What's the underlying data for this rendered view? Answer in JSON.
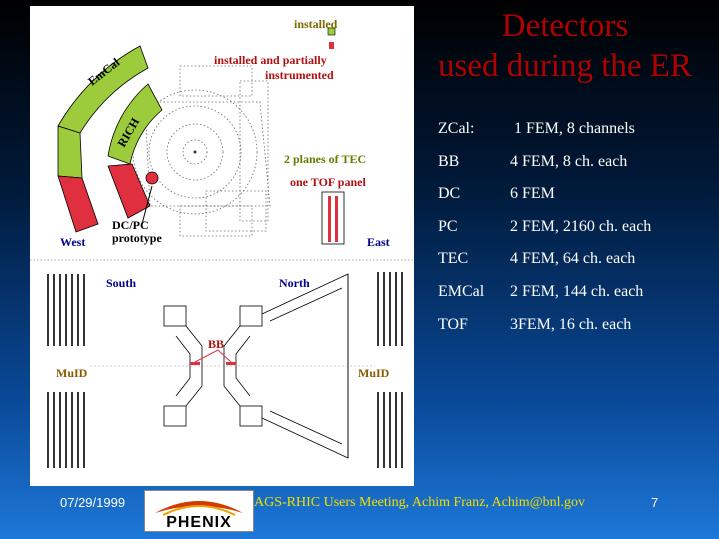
{
  "slide": {
    "title_line1": "Detectors",
    "title_line2": "used during the ER",
    "title_color": "#b00000"
  },
  "legend": {
    "installed": "installed",
    "partial_line1": "installed and partially",
    "partial_line2": "instrumented",
    "installed_color": "#9ccc3c",
    "partial_color": "#e03040"
  },
  "diagram": {
    "emcal": "EmCal",
    "rich": "RICH",
    "tec": "2 planes of TEC",
    "tof": "one TOF panel",
    "dcpc_line1": "DC/PC",
    "dcpc_line2": "prototype",
    "west": "West",
    "east": "East",
    "south": "South",
    "north": "North",
    "bb": "BB",
    "muid_left": "MuID",
    "muid_right": "MuID"
  },
  "detectors": [
    {
      "name": "ZCal:",
      "value": " 1 FEM, 8 channels"
    },
    {
      "name": "BB",
      "value": "4 FEM, 8 ch. each"
    },
    {
      "name": "DC",
      "value": "6 FEM"
    },
    {
      "name": "PC",
      "value": "2 FEM, 2160 ch. each"
    },
    {
      "name": "TEC",
      "value": "4 FEM, 64 ch. each"
    },
    {
      "name": "EMCal",
      "value": "2 FEM, 144 ch. each"
    },
    {
      "name": "TOF",
      "value": "3FEM, 16 ch. each"
    }
  ],
  "footer": {
    "date": "07/29/1999",
    "meeting": "AGS-RHIC Users Meeting, Achim Franz, Achim@bnl.gov",
    "page": "7",
    "logo_text": "PHENIX"
  }
}
